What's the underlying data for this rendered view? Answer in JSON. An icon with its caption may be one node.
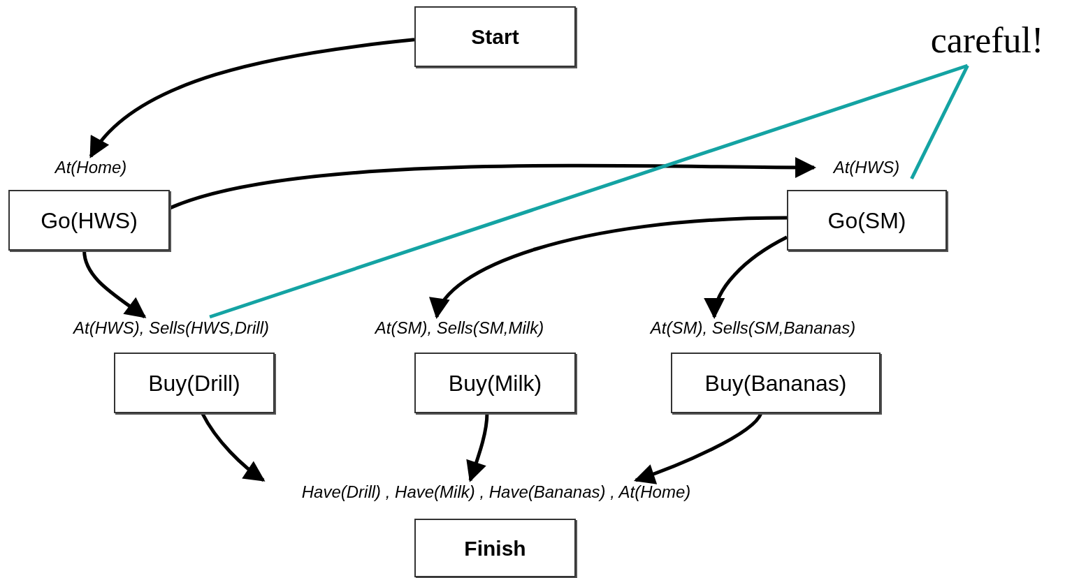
{
  "diagram": {
    "nodes": [
      {
        "text": [
          "Start"
        ]
      },
      {
        "text": [
          "At(Home)"
        ]
      },
      {
        "text": [
          "Go(HWS)"
        ]
      },
      {
        "text": [
          "At(HWS)"
        ]
      },
      {
        "text": [
          "Go(SM)"
        ]
      },
      {
        "text": [
          "At(HWS), Sells(HWS,Drill)"
        ]
      },
      {
        "text": [
          "Buy(Drill)"
        ]
      },
      {
        "text": [
          "At(SM), Sells(SM,Milk)"
        ]
      },
      {
        "text": [
          "Buy(Milk)"
        ]
      },
      {
        "text": [
          "At(SM), Sells(SM,Bananas)"
        ]
      },
      {
        "text": [
          "Buy(Bananas)"
        ]
      },
      {
        "text": [
          "Have(Drill) , Have(Milk) , Have(Bananas) , At(Home)"
        ]
      },
      {
        "text": [
          "Finish"
        ]
      },
      {
        "text": [
          "careful!"
        ]
      }
    ],
    "edges": [
      {
        "from": 0,
        "to": 1,
        "arrow": "to"
      },
      {
        "from": 2,
        "to": 3,
        "arrow": "to"
      },
      {
        "from": 2,
        "to": 5,
        "arrow": "to"
      },
      {
        "from": 4,
        "to": 7,
        "arrow": "to"
      },
      {
        "from": 4,
        "to": 9,
        "arrow": "to"
      },
      {
        "from": 6,
        "to": 11,
        "arrow": "to"
      },
      {
        "from": 8,
        "to": 11,
        "arrow": "to"
      },
      {
        "from": 10,
        "to": 11,
        "arrow": "to"
      },
      {
        "from": 13,
        "to": 3,
        "arrow": "none",
        "color": "#14a3a3"
      },
      {
        "from": 13,
        "to": 5,
        "arrow": "none",
        "color": "#14a3a3"
      }
    ]
  }
}
